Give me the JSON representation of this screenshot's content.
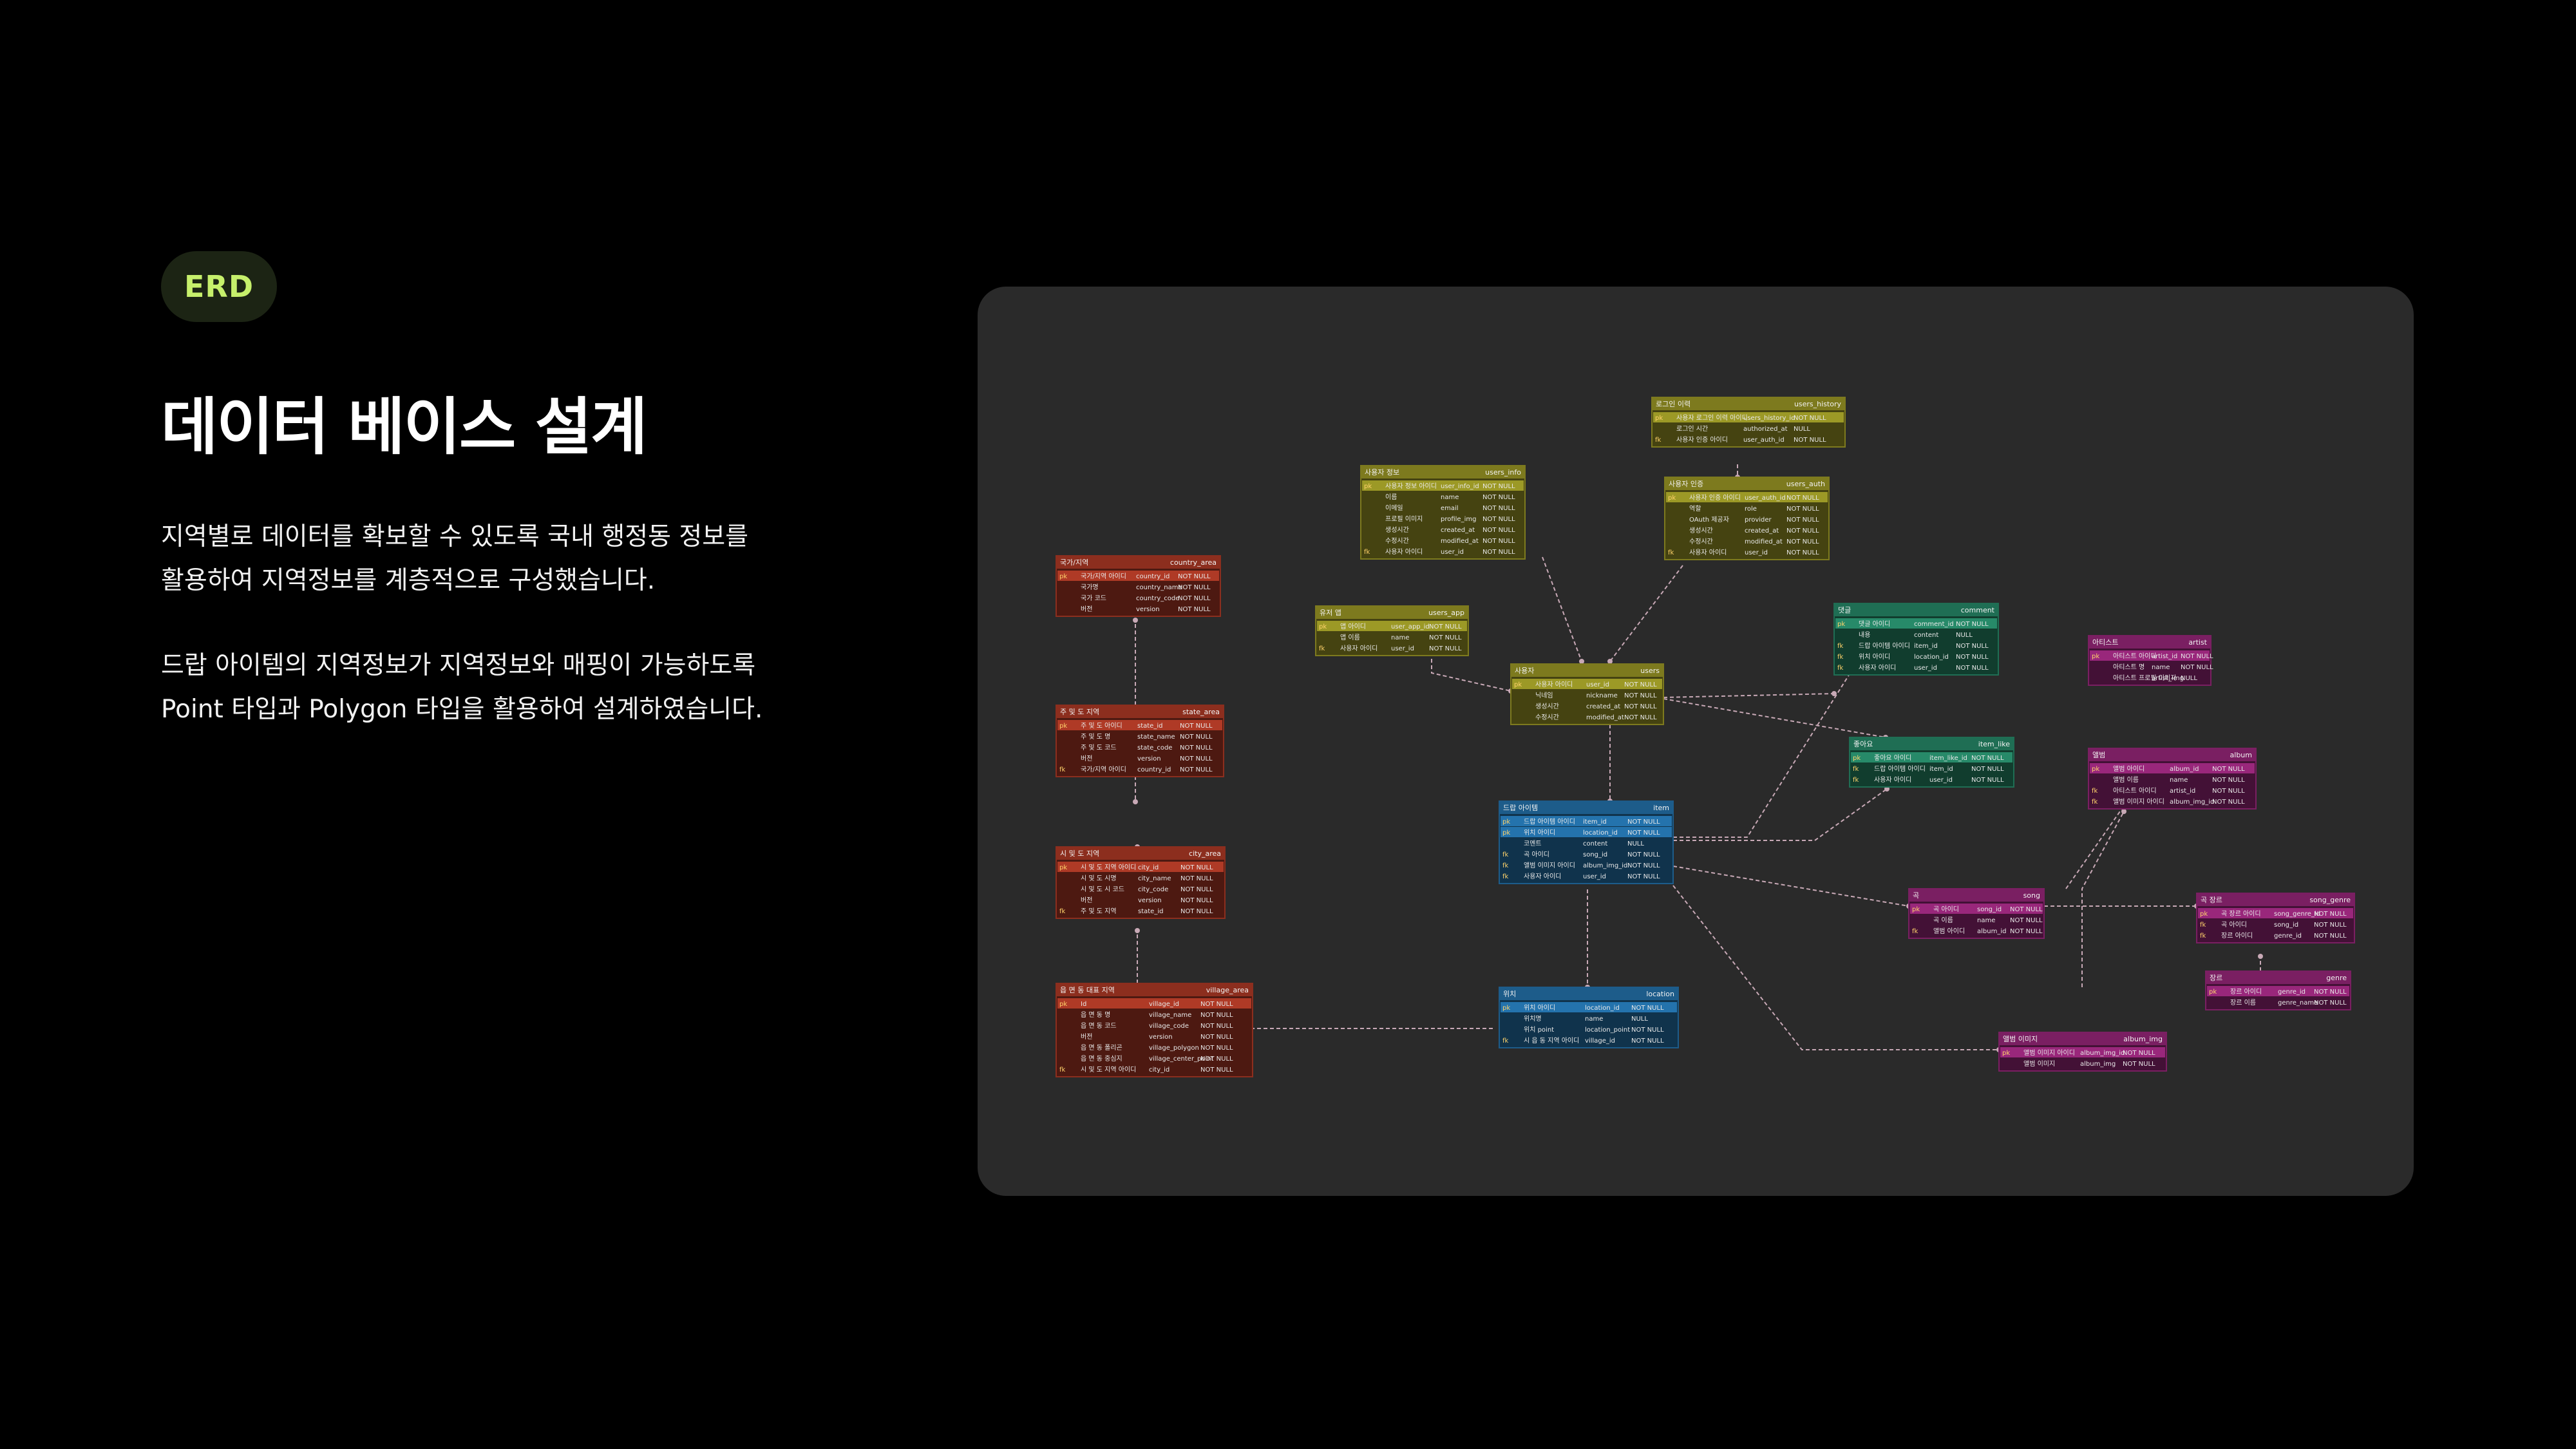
{
  "badge": "ERD",
  "title": "데이터 베이스 설계",
  "paragraph1": [
    "지역별로 데이터를 확보할 수 있도록 국내 행정동 정보를",
    "활용하여 지역정보를 계층적으로 구성했습니다."
  ],
  "paragraph2": [
    "드랍 아이템의 지역정보가 지역정보와 매핑이 가능하도록",
    "Point 타입과 Polygon 타입을 활용하여 설계하였습니다."
  ],
  "colors": {
    "page_bg": "#000000",
    "panel_bg": "#2a2a2a",
    "badge_text": "#c6ef6b",
    "badge_bg": "#1c2414"
  },
  "tables": [
    {
      "id": "users_history",
      "label": "로그인 이력",
      "name": "users_history",
      "color": "#7d7a1e",
      "rows": [
        [
          "pk",
          "사용자 로그인 이력 아이디",
          "users_history_id",
          "NOT NULL"
        ],
        [
          "",
          "로그인 시간",
          "authorized_at",
          "NULL"
        ],
        [
          "fk",
          "사용자 인증 아이디",
          "user_auth_id",
          "NOT NULL"
        ]
      ]
    },
    {
      "id": "users_info",
      "label": "사용자 정보",
      "name": "users_info",
      "color": "#7d7a1e",
      "rows": [
        [
          "pk",
          "사용자 정보 아이디",
          "user_info_id",
          "NOT NULL"
        ],
        [
          "",
          "이름",
          "name",
          "NOT NULL"
        ],
        [
          "",
          "이메일",
          "email",
          "NOT NULL"
        ],
        [
          "",
          "프로필 이미지",
          "profile_img",
          "NOT NULL"
        ],
        [
          "",
          "생성시간",
          "created_at",
          "NOT NULL"
        ],
        [
          "",
          "수정시간",
          "modified_at",
          "NOT NULL"
        ],
        [
          "fk",
          "사용자 아이디",
          "user_id",
          "NOT NULL"
        ]
      ]
    },
    {
      "id": "users_auth",
      "label": "사용자 인증",
      "name": "users_auth",
      "color": "#7d7a1e",
      "rows": [
        [
          "pk",
          "사용자 인증 아이디",
          "user_auth_id",
          "NOT NULL"
        ],
        [
          "",
          "역할",
          "role",
          "NOT NULL"
        ],
        [
          "",
          "OAuth 제공자",
          "provider",
          "NOT NULL"
        ],
        [
          "",
          "생성시간",
          "created_at",
          "NOT NULL"
        ],
        [
          "",
          "수정시간",
          "modified_at",
          "NOT NULL"
        ],
        [
          "fk",
          "사용자 아이디",
          "user_id",
          "NOT NULL"
        ]
      ]
    },
    {
      "id": "users_app",
      "label": "유저 앱",
      "name": "users_app",
      "color": "#7d7a1e",
      "rows": [
        [
          "pk",
          "앱 아이디",
          "user_app_id",
          "NOT NULL"
        ],
        [
          "",
          "앱 이름",
          "name",
          "NOT NULL"
        ],
        [
          "fk",
          "사용자 아이디",
          "user_id",
          "NOT NULL"
        ]
      ]
    },
    {
      "id": "users",
      "label": "사용자",
      "name": "users",
      "color": "#7d7a1e",
      "rows": [
        [
          "pk",
          "사용자 아이디",
          "user_id",
          "NOT NULL"
        ],
        [
          "",
          "닉네임",
          "nickname",
          "NOT NULL"
        ],
        [
          "",
          "생성시간",
          "created_at",
          "NOT NULL"
        ],
        [
          "",
          "수정시간",
          "modified_at",
          "NOT NULL"
        ]
      ]
    },
    {
      "id": "comment",
      "label": "댓글",
      "name": "comment",
      "color": "#1f6e54",
      "rows": [
        [
          "pk",
          "댓글 아이디",
          "comment_id",
          "NOT NULL"
        ],
        [
          "",
          "내용",
          "content",
          "NULL"
        ],
        [
          "fk",
          "드랍 아이템 아이디",
          "item_id",
          "NOT NULL"
        ],
        [
          "fk",
          "위치 아이디",
          "location_id",
          "NOT NULL"
        ],
        [
          "fk",
          "사용자 아이디",
          "user_id",
          "NOT NULL"
        ]
      ]
    },
    {
      "id": "item_like",
      "label": "좋아요",
      "name": "item_like",
      "color": "#1f6e54",
      "rows": [
        [
          "pk",
          "좋아요 아이디",
          "item_like_id",
          "NOT NULL"
        ],
        [
          "fk",
          "드랍 아이템 아이디",
          "item_id",
          "NOT NULL"
        ],
        [
          "fk",
          "사용자 아이디",
          "user_id",
          "NOT NULL"
        ]
      ]
    },
    {
      "id": "artist",
      "label": "아티스트",
      "name": "artist",
      "color": "#7a1f62",
      "rows": [
        [
          "pk",
          "아티스트 아이디",
          "artist_id",
          "NOT NULL"
        ],
        [
          "",
          "아티스트 명",
          "name",
          "NOT NULL"
        ],
        [
          "",
          "아티스트 프로필 이미지",
          "artist_img",
          "NULL"
        ]
      ]
    },
    {
      "id": "album",
      "label": "앨범",
      "name": "album",
      "color": "#7a1f62",
      "rows": [
        [
          "pk",
          "앨범 아이디",
          "album_id",
          "NOT NULL"
        ],
        [
          "",
          "앨범 이름",
          "name",
          "NOT NULL"
        ],
        [
          "fk",
          "아티스트 아이디",
          "artist_id",
          "NOT NULL"
        ],
        [
          "fk",
          "앨범 이미지 아이디",
          "album_img_id",
          "NOT NULL"
        ]
      ]
    },
    {
      "id": "item",
      "label": "드랍 아이템",
      "name": "item",
      "color": "#1d5c8a",
      "rows": [
        [
          "pk",
          "드랍 아이템 아이디",
          "item_id",
          "NOT NULL"
        ],
        [
          "pk",
          "위치 아이디",
          "location_id",
          "NOT NULL"
        ],
        [
          "",
          "코멘트",
          "content",
          "NULL"
        ],
        [
          "fk",
          "곡 아이디",
          "song_id",
          "NOT NULL"
        ],
        [
          "fk",
          "앨범 이미지 아이디",
          "album_img_id",
          "NOT NULL"
        ],
        [
          "fk",
          "사용자 아이디",
          "user_id",
          "NOT NULL"
        ]
      ]
    },
    {
      "id": "song",
      "label": "곡",
      "name": "song",
      "color": "#7a1f62",
      "rows": [
        [
          "pk",
          "곡 아이디",
          "song_id",
          "NOT NULL"
        ],
        [
          "",
          "곡 이름",
          "name",
          "NOT NULL"
        ],
        [
          "fk",
          "앨범 아이디",
          "album_id",
          "NOT NULL"
        ]
      ]
    },
    {
      "id": "song_genre",
      "label": "곡 장르",
      "name": "song_genre",
      "color": "#7a1f62",
      "rows": [
        [
          "pk",
          "곡 장르 아이디",
          "song_genre_id",
          "NOT NULL"
        ],
        [
          "fk",
          "곡 아이디",
          "song_id",
          "NOT NULL"
        ],
        [
          "fk",
          "장르 아이디",
          "genre_id",
          "NOT NULL"
        ]
      ]
    },
    {
      "id": "genre",
      "label": "장르",
      "name": "genre",
      "color": "#7a1f62",
      "rows": [
        [
          "pk",
          "장르 아이디",
          "genre_id",
          "NOT NULL"
        ],
        [
          "",
          "장르 이름",
          "genre_name",
          "NOT NULL"
        ]
      ]
    },
    {
      "id": "location",
      "label": "위치",
      "name": "location",
      "color": "#1d5c8a",
      "rows": [
        [
          "pk",
          "위치 아이디",
          "location_id",
          "NOT NULL"
        ],
        [
          "",
          "위치명",
          "name",
          "NULL"
        ],
        [
          "",
          "위치 point",
          "location_point",
          "NOT NULL"
        ],
        [
          "fk",
          "시 읍 동 지역 아이디",
          "village_id",
          "NOT NULL"
        ]
      ]
    },
    {
      "id": "album_img",
      "label": "앨범 이미지",
      "name": "album_img",
      "color": "#7a1f62",
      "rows": [
        [
          "pk",
          "앨범 이미지 아이디",
          "album_img_id",
          "NOT NULL"
        ],
        [
          "",
          "앨범 이미지",
          "album_img",
          "NOT NULL"
        ]
      ]
    },
    {
      "id": "country_area",
      "label": "국가/지역",
      "name": "country_area",
      "color": "#8c2e1e",
      "rows": [
        [
          "pk",
          "국가/지역 아이디",
          "country_id",
          "NOT NULL"
        ],
        [
          "",
          "국가명",
          "country_name",
          "NOT NULL"
        ],
        [
          "",
          "국가 코드",
          "country_code",
          "NOT NULL"
        ],
        [
          "",
          "버전",
          "version",
          "NOT NULL"
        ]
      ]
    },
    {
      "id": "state_area",
      "label": "주 및 도 지역",
      "name": "state_area",
      "color": "#8c2e1e",
      "rows": [
        [
          "pk",
          "주 및 도 아이디",
          "state_id",
          "NOT NULL"
        ],
        [
          "",
          "주 및 도 명",
          "state_name",
          "NOT NULL"
        ],
        [
          "",
          "주 및 도 코드",
          "state_code",
          "NOT NULL"
        ],
        [
          "",
          "버전",
          "version",
          "NOT NULL"
        ],
        [
          "fk",
          "국가/지역 아이디",
          "country_id",
          "NOT NULL"
        ]
      ]
    },
    {
      "id": "city_area",
      "label": "시 및 도 지역",
      "name": "city_area",
      "color": "#8c2e1e",
      "rows": [
        [
          "pk",
          "시 및 도 지역 아이디",
          "city_id",
          "NOT NULL"
        ],
        [
          "",
          "시 및 도 시명",
          "city_name",
          "NOT NULL"
        ],
        [
          "",
          "시 및 도 시 코드",
          "city_code",
          "NOT NULL"
        ],
        [
          "",
          "버전",
          "version",
          "NOT NULL"
        ],
        [
          "fk",
          "주 및 도 지역",
          "state_id",
          "NOT NULL"
        ]
      ]
    },
    {
      "id": "village_area",
      "label": "읍 면 동 대표 지역",
      "name": "village_area",
      "color": "#8c2e1e",
      "rows": [
        [
          "pk",
          "Id",
          "village_id",
          "NOT NULL"
        ],
        [
          "",
          "읍 면 동 명",
          "village_name",
          "NOT NULL"
        ],
        [
          "",
          "읍 면 동 코드",
          "village_code",
          "NOT NULL"
        ],
        [
          "",
          "버전",
          "version",
          "NOT NULL"
        ],
        [
          "",
          "읍 면 동 폴리곤",
          "village_polygon",
          "NOT NULL"
        ],
        [
          "",
          "읍 면 동 중심지",
          "village_center_point",
          "NOT NULL"
        ],
        [
          "fk",
          "시 및 도 지역 아이디",
          "city_id",
          "NOT NULL"
        ]
      ]
    }
  ]
}
